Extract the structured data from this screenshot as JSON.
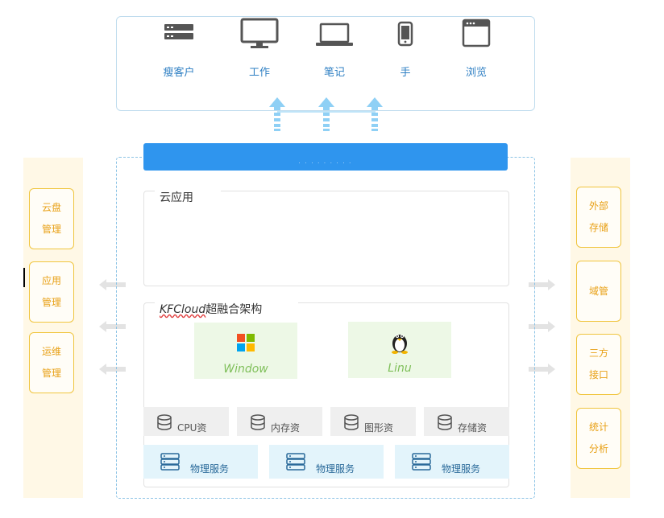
{
  "devices": [
    {
      "label": "瘦客户",
      "icon": "thin-client-icon"
    },
    {
      "label": "工作",
      "icon": "desktop-monitor-icon"
    },
    {
      "label": "笔记",
      "icon": "laptop-icon"
    },
    {
      "label": "手",
      "icon": "phone-icon"
    },
    {
      "label": "浏览",
      "icon": "browser-window-icon"
    }
  ],
  "top_bar": {
    "text": ". . . . . . . . ."
  },
  "left_panel": [
    {
      "line1": "云盘",
      "line2": "管理"
    },
    {
      "line1": "应用",
      "line2": "管理"
    },
    {
      "line1": "运维",
      "line2": "管理"
    }
  ],
  "right_panel": [
    {
      "line1": "外部",
      "line2": "存储"
    },
    {
      "line1": "域管",
      "line2": ""
    },
    {
      "line1": "三方",
      "line2": "接口"
    },
    {
      "line1": "统计",
      "line2": "分析"
    }
  ],
  "cloud_app": {
    "title": "云应用"
  },
  "hci": {
    "title_brand": "KFCloud",
    "title_rest": "超融合架构",
    "os": [
      {
        "label": "Window",
        "icon": "windows-logo-icon"
      },
      {
        "label": "Linu",
        "icon": "linux-penguin-icon"
      }
    ],
    "resources": [
      "CPU资",
      "内存资",
      "图形资",
      "存储资"
    ],
    "physical": [
      "物理服务",
      "物理服务",
      "物理服务"
    ]
  },
  "colors": {
    "accent_blue": "#2f95ee",
    "side_yellow": "#f0c53e",
    "arrow_blue": "#8fd0f5",
    "os_green": "#edf8e6"
  }
}
